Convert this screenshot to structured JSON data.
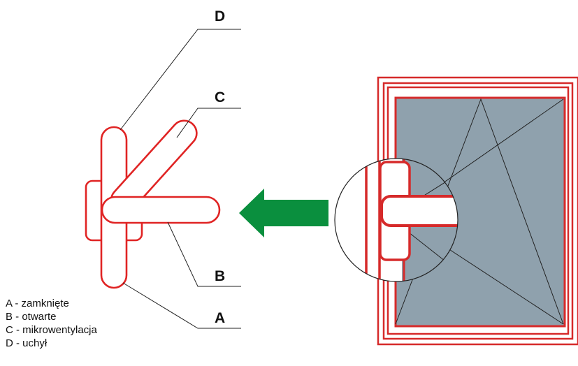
{
  "callouts": {
    "d": "D",
    "c": "C",
    "b": "B",
    "a": "A"
  },
  "legend": {
    "items": [
      "A - zamknięte",
      "B - otwarte",
      "C - mikrowentylacja",
      "D - uchył"
    ]
  },
  "colors": {
    "handle_outline": "#e02424",
    "window_frame": "#d62a2a",
    "glass": "#8fa1ad",
    "arrow": "#0a8f3e",
    "leader_line": "#222222"
  }
}
